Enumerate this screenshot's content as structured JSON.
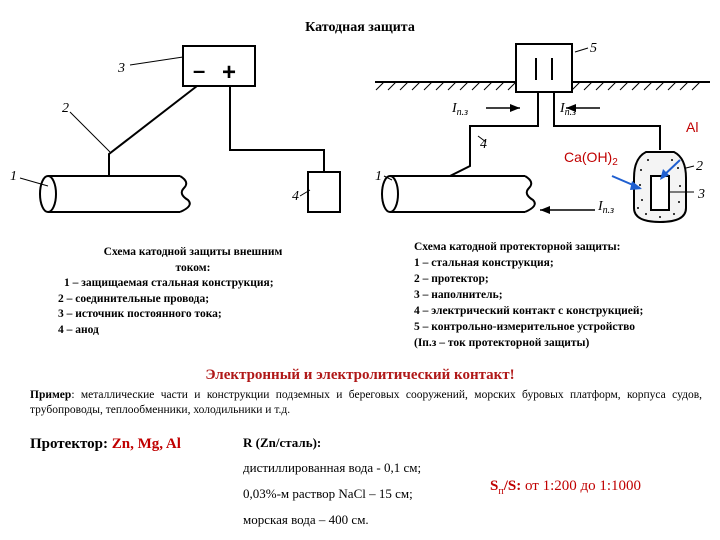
{
  "title": "Катодная защита",
  "diagram_left": {
    "power_source": {
      "minus": "–",
      "plus": "+"
    },
    "labels": {
      "n1": "1",
      "n2": "2",
      "n3": "3",
      "n4": "4"
    }
  },
  "diagram_right": {
    "labels": {
      "n1": "1",
      "n2": "2",
      "n3": "3",
      "n4": "4",
      "n5": "5"
    },
    "current_top_left": "I",
    "current_top_left_sub": "п.з",
    "current_top_right": "I",
    "current_top_right_sub": "п.з",
    "current_bottom": "I",
    "current_bottom_sub": "п.з",
    "metal_label": "Al",
    "filler_label": "Ca(OH)",
    "filler_sub": "2"
  },
  "caption_left": [
    "Схема катодной защиты внешним",
    "током:",
    "1 – защищаемая стальная конструкция;",
    "2 – соединительные провода;",
    "3 – источник постоянного тока;",
    "4 – анод"
  ],
  "caption_right": [
    "Схема катодной протекторной защиты:",
    "1 – стальная конструкция;",
    "2 – протектор;",
    "3 – наполнитель;",
    "4 – электрический контакт с конструкцией;",
    "5 – контрольно-измерительное устройство",
    "(Iп.з – ток протекторной защиты)"
  ],
  "heading": "Электронный и электролитический контакт!",
  "example": {
    "label": "Пример",
    "text": ": металлические части и конструкции подземных и береговых сооружений, морских буровых платформ, корпуса судов, трубопроводы, теплообменники, холодильники и т.д."
  },
  "protector": {
    "label": "Протектор:",
    "metals": " Zn, Mg, Al"
  },
  "resistance": {
    "title": "R (Zn/сталь):",
    "lines": [
      "дистиллированная вода - 0,1 см;",
      "0,03%-м раствор NaCl – 15 см;",
      "морская вода – 400 см."
    ]
  },
  "ratio": {
    "label_s": "S",
    "label_sub": "п",
    "label_rest": "/S:",
    "value": "от 1:200 до 1:1000"
  },
  "colors": {
    "accent_red": "#c00000",
    "heading_red": "#b01818"
  }
}
